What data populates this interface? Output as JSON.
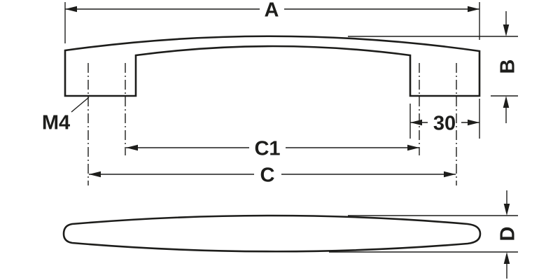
{
  "drawing": {
    "type": "furniture-handle-dimension-drawing",
    "labels": {
      "overall_length": "A",
      "height": "B",
      "hole_spacing": "C",
      "hole_spacing_alt": "C1",
      "depth": "D",
      "thread": "M4",
      "foot_width": "30"
    }
  },
  "colors": {
    "line": "#1d1d1b",
    "background": "#ffffff"
  }
}
